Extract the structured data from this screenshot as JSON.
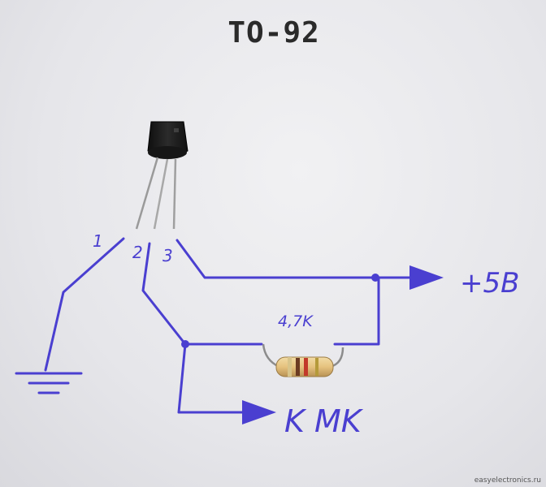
{
  "title": "TO-92",
  "pins": {
    "pin1": "1",
    "pin2": "2",
    "pin3": "3"
  },
  "labels": {
    "supply": "+5B",
    "resistor": "4,7K",
    "output": "K MK"
  },
  "watermark": "easyelectronics.ru",
  "colors": {
    "ink": "#4a3fd0",
    "package": "#1d1d1d",
    "resistor_body": "#e8c98a"
  }
}
